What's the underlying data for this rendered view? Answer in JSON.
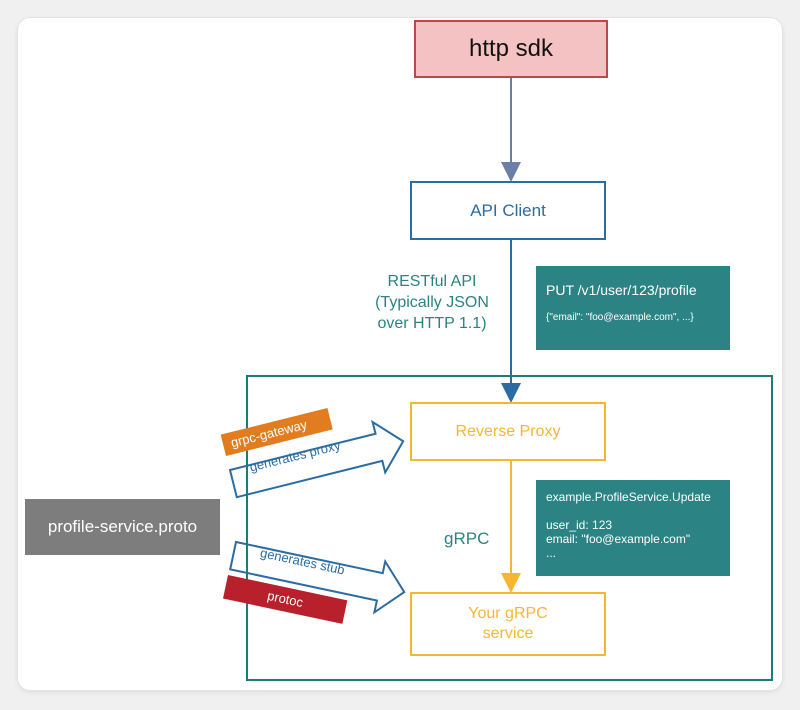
{
  "nodes": {
    "http_sdk": "http sdk",
    "api_client": "API Client",
    "reverse_proxy": "Reverse Proxy",
    "grpc_service_line1": "Your gRPC",
    "grpc_service_line2": "service",
    "proto_file": "profile-service.proto"
  },
  "labels": {
    "restful_line1": "RESTful API",
    "restful_line2": "(Typically JSON",
    "restful_line3": "over HTTP 1.1)",
    "grpc": "gRPC"
  },
  "notes": {
    "rest_request_line1": "PUT /v1/user/123/profile",
    "rest_request_line2": "{\"email\": \"foo@example.com\", ...}",
    "grpc_method": "example.ProfileService.Update",
    "grpc_field1": "user_id: 123",
    "grpc_field2": "email: \"foo@example.com\"",
    "grpc_field3": "..."
  },
  "generators": {
    "gateway_tag": "grpc-gateway",
    "gateway_action": "generates proxy",
    "protoc_tag": "protoc",
    "protoc_action": "generates stub"
  },
  "colors": {
    "sdk_fill": "#f4c2c2",
    "sdk_border": "#b94a48",
    "api_blue": "#2b6ca3",
    "grpc_yellow": "#f5b731",
    "teal": "#2b8383",
    "gateway_orange": "#e27d1f",
    "protoc_red": "#b8202c",
    "proto_gray": "#7d7d7d"
  }
}
